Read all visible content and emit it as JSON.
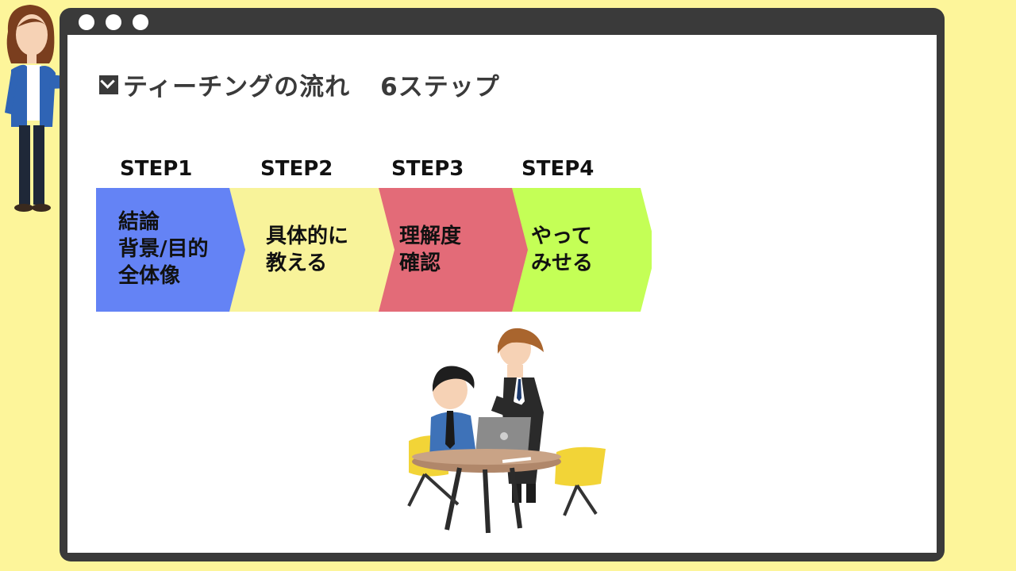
{
  "slide": {
    "title": "ティーチングの流れ",
    "subtitle": "6ステップ",
    "corner_mark": "//"
  },
  "steps": [
    {
      "label": "STEP1",
      "text": "結論\n背景/目的\n全体像",
      "color": "#6483f5"
    },
    {
      "label": "STEP2",
      "text": "具体的に\n教える",
      "color": "#f8f39a"
    },
    {
      "label": "STEP3",
      "text": "理解度\n確認",
      "color": "#e36b78"
    },
    {
      "label": "STEP4",
      "text": "やって\nみせる",
      "color": "#c4ff56"
    }
  ],
  "colors": {
    "background": "#fdf59a",
    "frame": "#3a3a3a",
    "content": "#ffffff"
  }
}
